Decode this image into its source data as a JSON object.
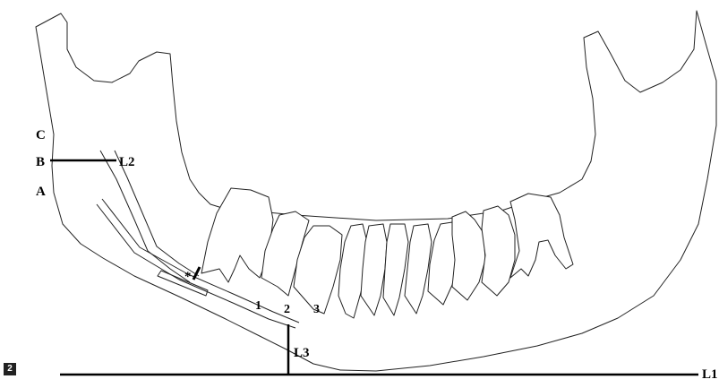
{
  "figure": {
    "badge": "2",
    "labels": {
      "C": "C",
      "B": "B",
      "A": "A",
      "L2": "L2",
      "L3": "L3",
      "L1": "L1",
      "asterisk": "*",
      "n1": "1",
      "n2": "2",
      "n3": "3"
    }
  },
  "colors": {
    "line": "#000000",
    "outline": "#222222",
    "background": "#ffffff"
  }
}
